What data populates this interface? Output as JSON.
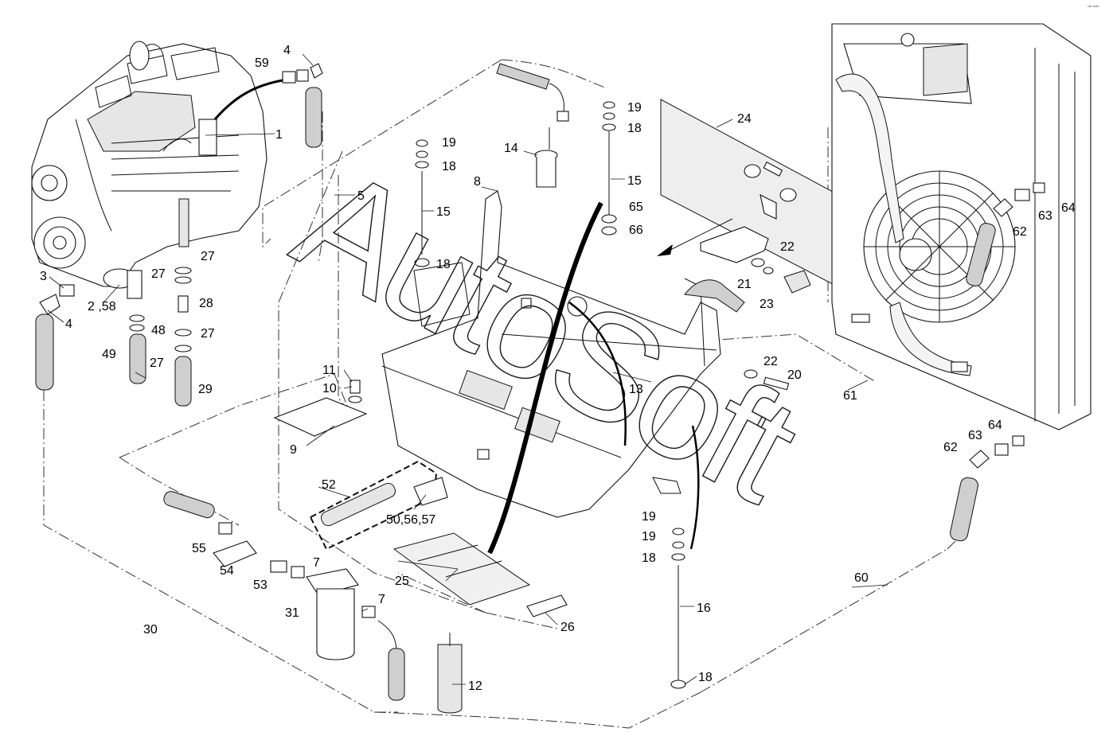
{
  "watermark": "AutoSoft",
  "corner_mark": "▫▫ ▫▫▫",
  "callouts": [
    {
      "label": "1"
    },
    {
      "label": "2 ,58"
    },
    {
      "label": "3"
    },
    {
      "label": "4"
    },
    {
      "label": "4"
    },
    {
      "label": "5"
    },
    {
      "label": "7"
    },
    {
      "label": "7"
    },
    {
      "label": "8"
    },
    {
      "label": "9"
    },
    {
      "label": "10"
    },
    {
      "label": "11"
    },
    {
      "label": "12"
    },
    {
      "label": "13"
    },
    {
      "label": "14"
    },
    {
      "label": "15"
    },
    {
      "label": "15"
    },
    {
      "label": "16"
    },
    {
      "label": "18"
    },
    {
      "label": "18"
    },
    {
      "label": "18"
    },
    {
      "label": "18"
    },
    {
      "label": "18"
    },
    {
      "label": "19"
    },
    {
      "label": "19"
    },
    {
      "label": "19"
    },
    {
      "label": "19"
    },
    {
      "label": "20"
    },
    {
      "label": "21"
    },
    {
      "label": "22"
    },
    {
      "label": "22"
    },
    {
      "label": "23"
    },
    {
      "label": "24"
    },
    {
      "label": "25"
    },
    {
      "label": "26"
    },
    {
      "label": "27"
    },
    {
      "label": "27"
    },
    {
      "label": "27"
    },
    {
      "label": "27"
    },
    {
      "label": "28"
    },
    {
      "label": "29"
    },
    {
      "label": "30"
    },
    {
      "label": "31"
    },
    {
      "label": "48"
    },
    {
      "label": "49"
    },
    {
      "label": "50,56,57"
    },
    {
      "label": "52"
    },
    {
      "label": "53"
    },
    {
      "label": "54"
    },
    {
      "label": "55"
    },
    {
      "label": "59"
    },
    {
      "label": "60"
    },
    {
      "label": "61"
    },
    {
      "label": "62"
    },
    {
      "label": "62"
    },
    {
      "label": "63"
    },
    {
      "label": "63"
    },
    {
      "label": "64"
    },
    {
      "label": "64"
    },
    {
      "label": "65"
    },
    {
      "label": "66"
    }
  ]
}
